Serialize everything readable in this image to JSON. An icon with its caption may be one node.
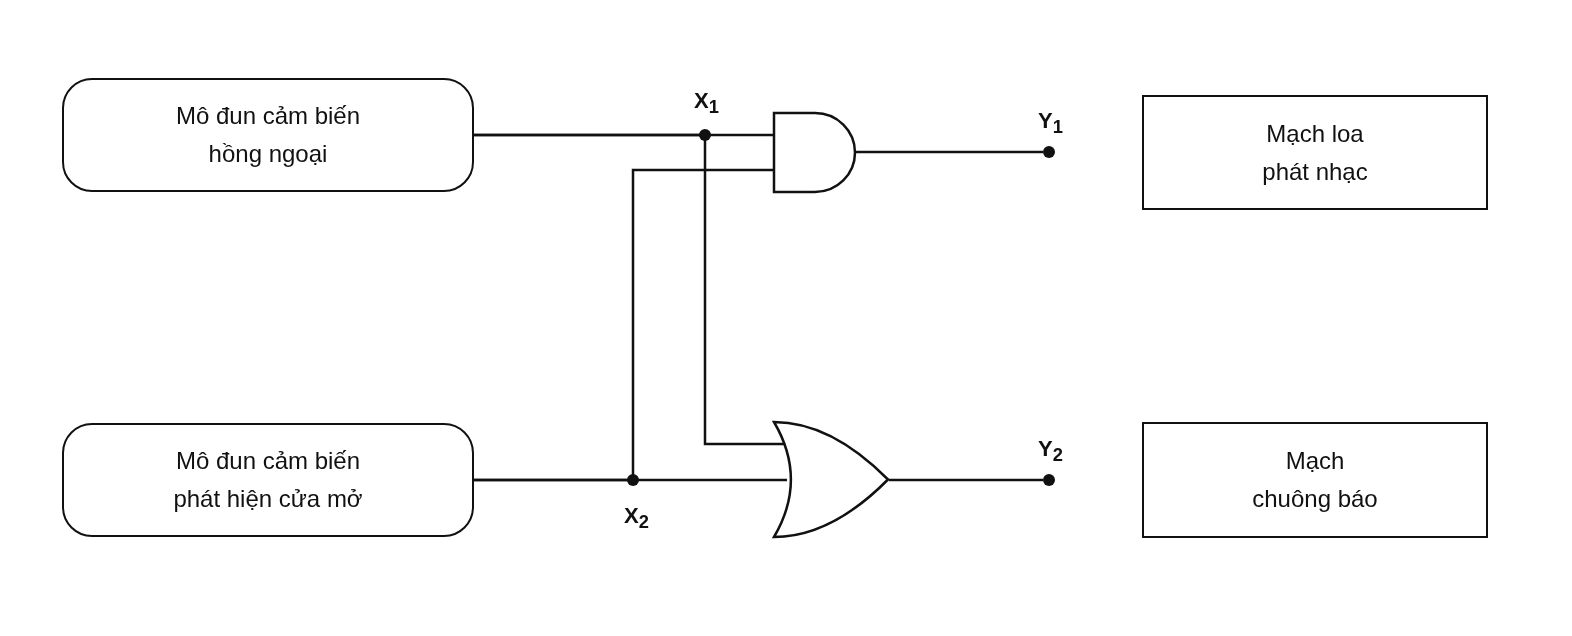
{
  "diagram": {
    "nodes": [
      {
        "text": [
          "Mô đun cảm biến hồng ngoại"
        ]
      },
      {
        "text": [],
        "shape": "gate"
      },
      {
        "text": [],
        "shape": "circle",
        "beside": [
          "Y$_{1}$"
        ]
      },
      {
        "text": [
          "Mạch loa phát nhạc"
        ]
      },
      {
        "text": [
          "Mô đun cảm biến phát hiện cửa mở"
        ]
      },
      {
        "text": [],
        "shape": "gate"
      },
      {
        "text": [],
        "shape": "circle",
        "beside": [
          "Y$_{2}$"
        ]
      },
      {
        "text": [
          "Mạch chuông báo"
        ]
      }
    ],
    "edges": [
      {
        "from": 0,
        "to": 1,
        "arrow": "none"
      },
      {
        "from": 0,
        "to": 5,
        "arrow": "none"
      },
      {
        "from": 4,
        "to": 5,
        "arrow": "none"
      },
      {
        "from": 4,
        "to": 1,
        "arrow": "none"
      },
      {
        "from": 1,
        "to": 2,
        "arrow": "none"
      },
      {
        "from": 5,
        "to": 6,
        "arrow": "none"
      }
    ],
    "labels": [
      "X$_{1}$",
      "X$_{2}$"
    ]
  }
}
